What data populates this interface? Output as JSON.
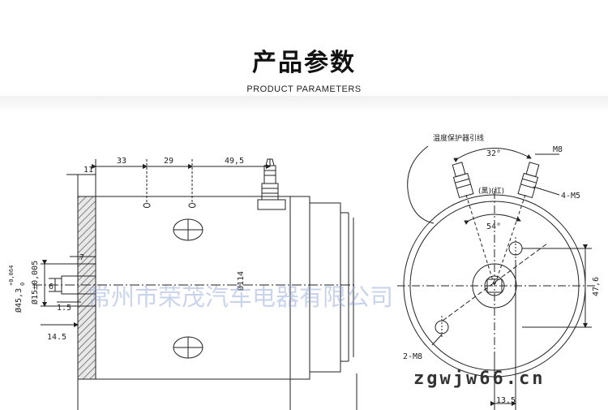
{
  "header": {
    "title": "产品参数",
    "subtitle": "PRODUCT PARAMETERS"
  },
  "side_view": {
    "dims": {
      "d11": "11",
      "d33": "33",
      "d29": "29",
      "d49_5": "49,5",
      "d114": "Ø114",
      "d7": "7",
      "d6": "6",
      "d1_5": "1.5",
      "d14_5": "14.5",
      "d15": "Ø15±0,005",
      "d45_3": "Ø45,3",
      "d45_3_tol_upper": "+0,064",
      "d45_3_tol_lower": "0"
    }
  },
  "end_view": {
    "labels": {
      "lead": "温度保护器引线",
      "m8": "M8",
      "angle32": "32°",
      "m5": "4-M5",
      "black_red": "(黑)(红)",
      "angle54": "54°",
      "d47_6": "47,6",
      "m8_2": "2-M8",
      "d13_5": "13,5"
    }
  },
  "watermark": {
    "company": "常州市荣茂汽车电器有限公司",
    "site": "zgwjw66.cn"
  },
  "colors": {
    "line": "#222222",
    "hatch": "#555555",
    "watermark": "#8aa0d6"
  }
}
